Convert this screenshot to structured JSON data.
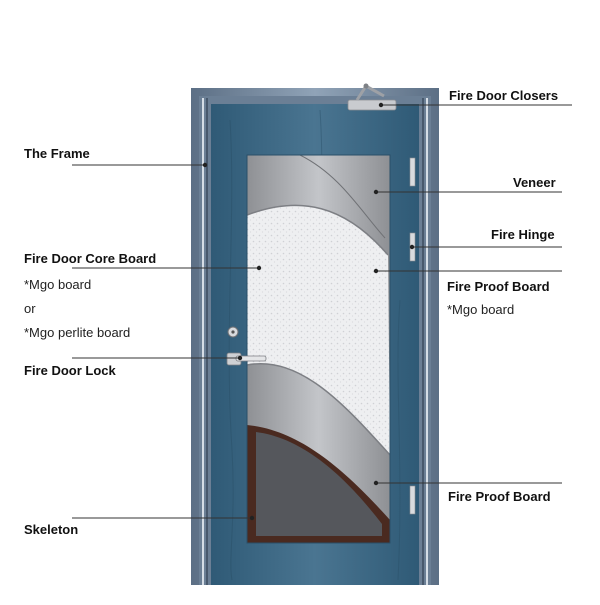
{
  "labels": {
    "closers": "Fire Door Closers",
    "frame": "The Frame",
    "veneer": "Veneer",
    "hinge": "Fire Hinge",
    "core_board": "Fire Door Core Board",
    "core_opt1": "*Mgo board",
    "core_or": "or",
    "core_opt2": "*Mgo perlite board",
    "proof_board_upper": "Fire Proof Board",
    "proof_upper_opt": "*Mgo board",
    "lock": "Fire Door Lock",
    "proof_board_lower": "Fire Proof Board",
    "skeleton": "Skeleton"
  },
  "colors": {
    "frame": "#7a8da3",
    "leaf": "#3f6a85",
    "core": "#e6e7e9",
    "proof_board": "#a7a9ad",
    "skeleton_fill": "#54565b",
    "skeleton_rim": "#4a2a20"
  }
}
